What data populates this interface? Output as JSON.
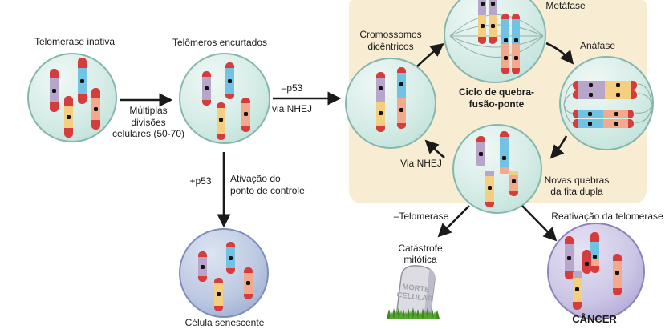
{
  "labels": {
    "telomerase_inativa": "Telomerase inativa",
    "telomeros_encurtados": "Telômeros encurtados",
    "multiplas": [
      "Múltiplas",
      "divisões",
      "celulares (50-70)"
    ],
    "minus_p53": "–p53",
    "via_nhej_lower": "via NHEJ",
    "plus_p53": "+p53",
    "ativacao": [
      "Ativação do",
      "ponto de controle"
    ],
    "celula_senescente": "Célula senescente",
    "cromossomos_dicentricos": [
      "Cromossomos",
      "dicêntricos"
    ],
    "metafase": "Metáfase",
    "anafase": "Anáfase",
    "ciclo": [
      "Ciclo de quebra-",
      "fusão-ponte"
    ],
    "via_nhej_upper": "Via NHEJ",
    "novas_quebras": [
      "Novas quebras",
      "da fita dupla"
    ],
    "minus_telomerase": "–Telomerase",
    "catastrofe": [
      "Catástrofe",
      "mitótica"
    ],
    "morte_celular": [
      "MORTE",
      "CELULAR"
    ],
    "reativacao": "Reativação da telomerase",
    "cancer": "CÂNCER"
  },
  "colors": {
    "panel_bg": "#f8ecd2",
    "telomere_red": "#d63c3c",
    "chr_purple": "#b7a5ca",
    "chr_blue": "#72c2e4",
    "chr_yellow": "#f3cf7f",
    "chr_orange": "#f3a98c",
    "centromere_black": "#131313",
    "arrow_black": "#1a1a1a",
    "spindle_line": "#86a8a1",
    "tombstone_gray": "#dcdce2",
    "tombstone_shade": "#bcbcca",
    "tombstone_text": "#a0a0b0",
    "grass_green": "#56a52f",
    "grass_dark": "#3c8a1f"
  }
}
